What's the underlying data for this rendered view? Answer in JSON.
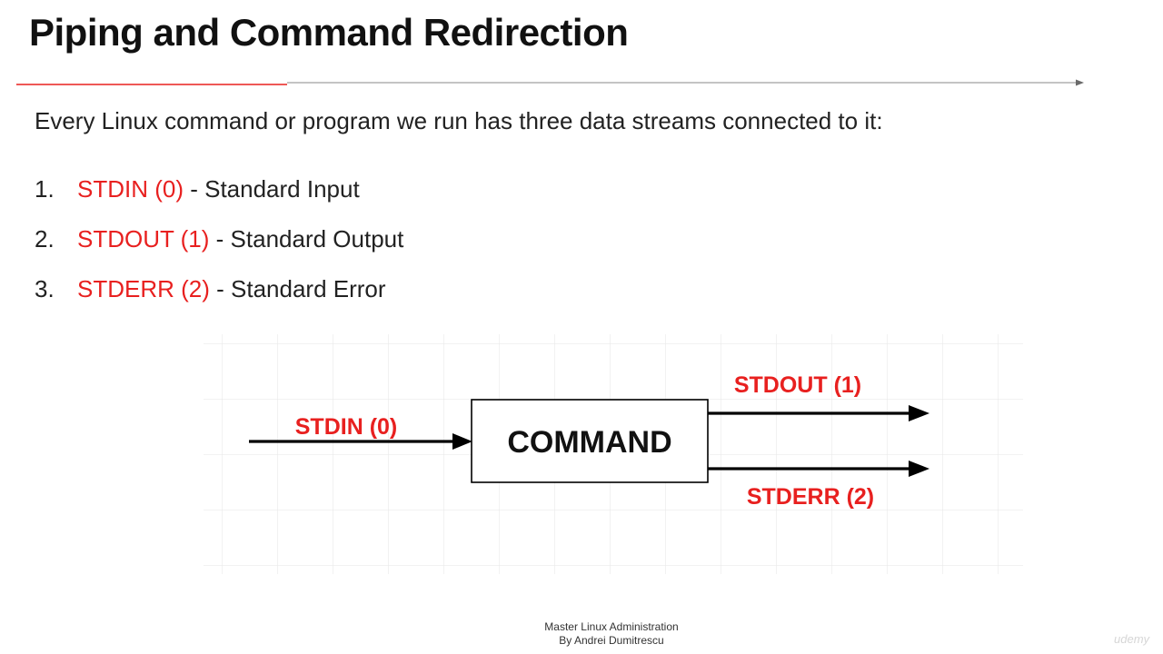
{
  "slide": {
    "title": "Piping and Command Redirection",
    "intro": "Every Linux command or program we run has three data streams connected to it:",
    "streams": [
      {
        "number": "1.",
        "name": "STDIN (0)",
        "description": "- Standard Input"
      },
      {
        "number": "2.",
        "name": "STDOUT (1)",
        "description": "- Standard Output"
      },
      {
        "number": "3.",
        "name": "STDERR (2)",
        "description": "- Standard Error"
      }
    ]
  },
  "diagram": {
    "command_label": "COMMAND",
    "input_label": "STDIN (0)",
    "output_label": "STDOUT (1)",
    "error_label": "STDERR (2)"
  },
  "footer": {
    "line1": "Master Linux Administration",
    "line2": "By Andrei Dumitrescu"
  },
  "watermark": "udemy",
  "colors": {
    "accent": "#e8201f",
    "text": "#222222",
    "grid": "#e9e9e9"
  }
}
